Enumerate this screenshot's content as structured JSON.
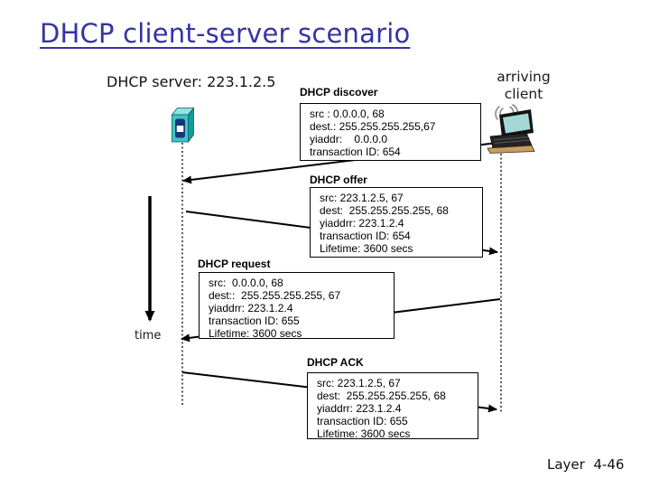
{
  "slide": {
    "title": "DHCP client-server scenario",
    "server_label": "DHCP server: 223.1.2.5",
    "arriving_client": {
      "line1": "arriving",
      "line2": "client"
    },
    "time_label": "time",
    "footer": "Layer  4-46"
  },
  "messages": [
    {
      "label": "DHCP discover",
      "direction": "client-to-server",
      "fields": [
        "src : 0.0.0.0, 68",
        "dest.: 255.255.255.255,67",
        "yiaddr:    0.0.0.0",
        "transaction ID: 654"
      ]
    },
    {
      "label": "DHCP offer",
      "direction": "server-to-client",
      "fields": [
        "src: 223.1.2.5, 67",
        "dest:  255.255.255.255, 68",
        "yiaddrr: 223.1.2.4",
        "transaction ID: 654",
        "Lifetime: 3600 secs"
      ]
    },
    {
      "label": "DHCP request",
      "direction": "client-to-server",
      "fields": [
        "src:  0.0.0.0, 68",
        "dest::  255.255.255.255, 67",
        "yiaddrr: 223.1.2.4",
        "transaction ID: 655",
        "Lifetime: 3600 secs"
      ]
    },
    {
      "label": "DHCP ACK",
      "direction": "server-to-client",
      "fields": [
        "src: 223.1.2.5, 67",
        "dest:  255.255.255.255, 68",
        "yiaddrr: 223.1.2.4",
        "transaction ID: 655",
        "Lifetime: 3600 secs"
      ]
    }
  ],
  "icons": {
    "server": "server-tower-icon",
    "client": "wireless-laptop-icon"
  },
  "colors": {
    "title_blue": "#3434a4",
    "text_black": "#141414",
    "line_black": "#000000",
    "server_teal": "#3ec6c6",
    "server_teal_light": "#8ee6e0",
    "server_teal_dark": "#189a9a",
    "server_slot_navy": "#16357f",
    "laptop_screen_teal": "#a5d8d4",
    "laptop_base_tan": "#c89e62"
  }
}
